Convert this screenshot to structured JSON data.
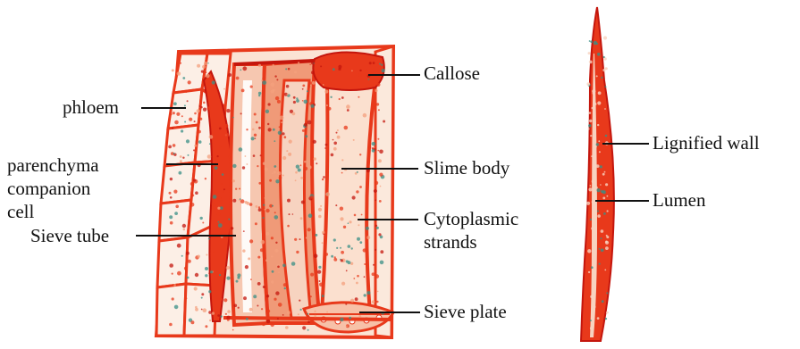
{
  "labels": {
    "callose": "Callose",
    "phloem": "phloem",
    "parenchyma": "parenchyma",
    "companion": "companion",
    "cell": "cell",
    "sieve_tube": "Sieve tube",
    "slime_body": "Slime body",
    "cytoplasmic": "Cytoplasmic",
    "strands": "strands",
    "sieve_plate": "Sieve plate",
    "lignified_wall": "Lignified wall",
    "lumen": "Lumen"
  },
  "colors": {
    "tissue_red": "#e8391b",
    "tissue_dark_red": "#c4160d",
    "tissue_light": "#f7d3c0",
    "cell_cream": "#fbe9dc",
    "teal_dots": "#3a8f86",
    "leader_line": "#111111"
  }
}
